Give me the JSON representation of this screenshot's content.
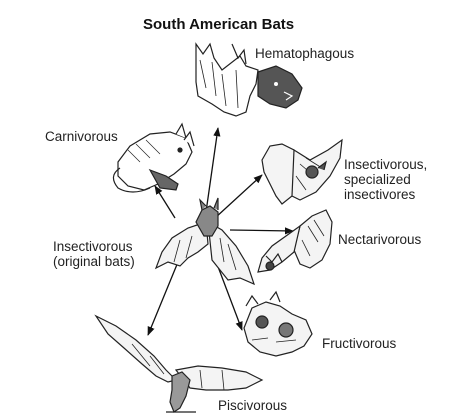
{
  "title": "South American Bats",
  "nodes": {
    "hematophagous": "Hematophagous",
    "carnivorous": "Carnivorous",
    "insectivorous_specialized": [
      "Insectivorous,",
      "specialized",
      "insectivores"
    ],
    "insectivorous_original": [
      "Insectivorous",
      "(original bats)"
    ],
    "nectarivorous": "Nectarivorous",
    "fructivorous": "Fructivorous",
    "piscivorous": "Piscivorous"
  },
  "colors": {
    "ink": "#222222",
    "arrow": "#111111",
    "wing": "#f4f4f4"
  }
}
